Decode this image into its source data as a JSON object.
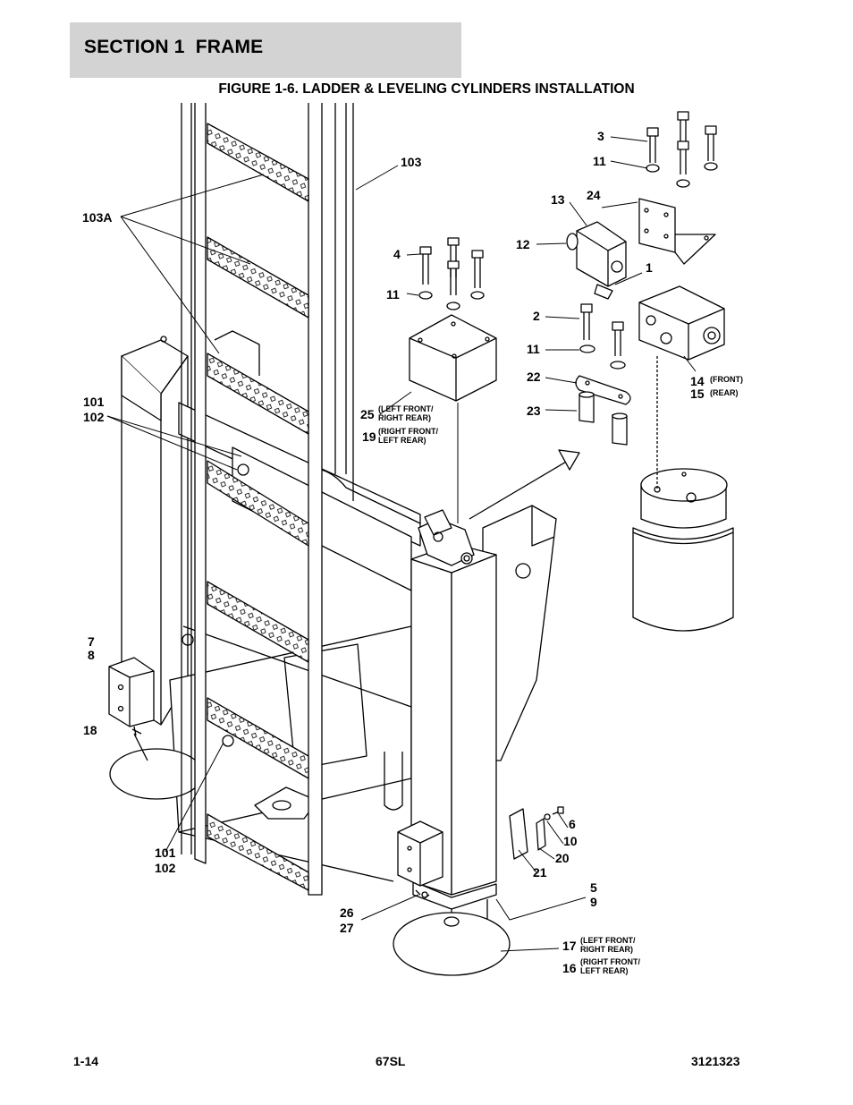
{
  "header": {
    "section_title": "SECTION 1  FRAME",
    "figure_title": "FIGURE 1-6. LADDER & LEVELING CYLINDERS INSTALLATION"
  },
  "callouts": {
    "c103": "103",
    "c103a": "103A",
    "c3": "3",
    "c11a": "11",
    "c13": "13",
    "c24": "24",
    "c12": "12",
    "c4": "4",
    "c11b": "11",
    "c1": "1",
    "c2": "2",
    "c11c": "11",
    "c22": "22",
    "c23": "23",
    "c14": "14",
    "c14_note": "(FRONT)",
    "c15": "15",
    "c15_note": "(REAR)",
    "c25": "25",
    "c25_note_1": "(LEFT FRONT/",
    "c25_note_2": "RIGHT REAR)",
    "c19": "19",
    "c19_note_1": "(RIGHT FRONT/",
    "c19_note_2": "LEFT REAR)",
    "c101a": "101",
    "c102a": "102",
    "c7": "7",
    "c8": "8",
    "c18": "18",
    "c101b": "101",
    "c102b": "102",
    "c6": "6",
    "c10": "10",
    "c20": "20",
    "c21": "21",
    "c5": "5",
    "c9": "9",
    "c26": "26",
    "c27": "27",
    "c17": "17",
    "c17_note_1": "(LEFT FRONT/",
    "c17_note_2": "RIGHT REAR)",
    "c16": "16",
    "c16_note_1": "(RIGHT FRONT/",
    "c16_note_2": "LEFT REAR)"
  },
  "footer": {
    "page_number": "1-14",
    "model": "67SL",
    "doc_number": "3121323"
  }
}
